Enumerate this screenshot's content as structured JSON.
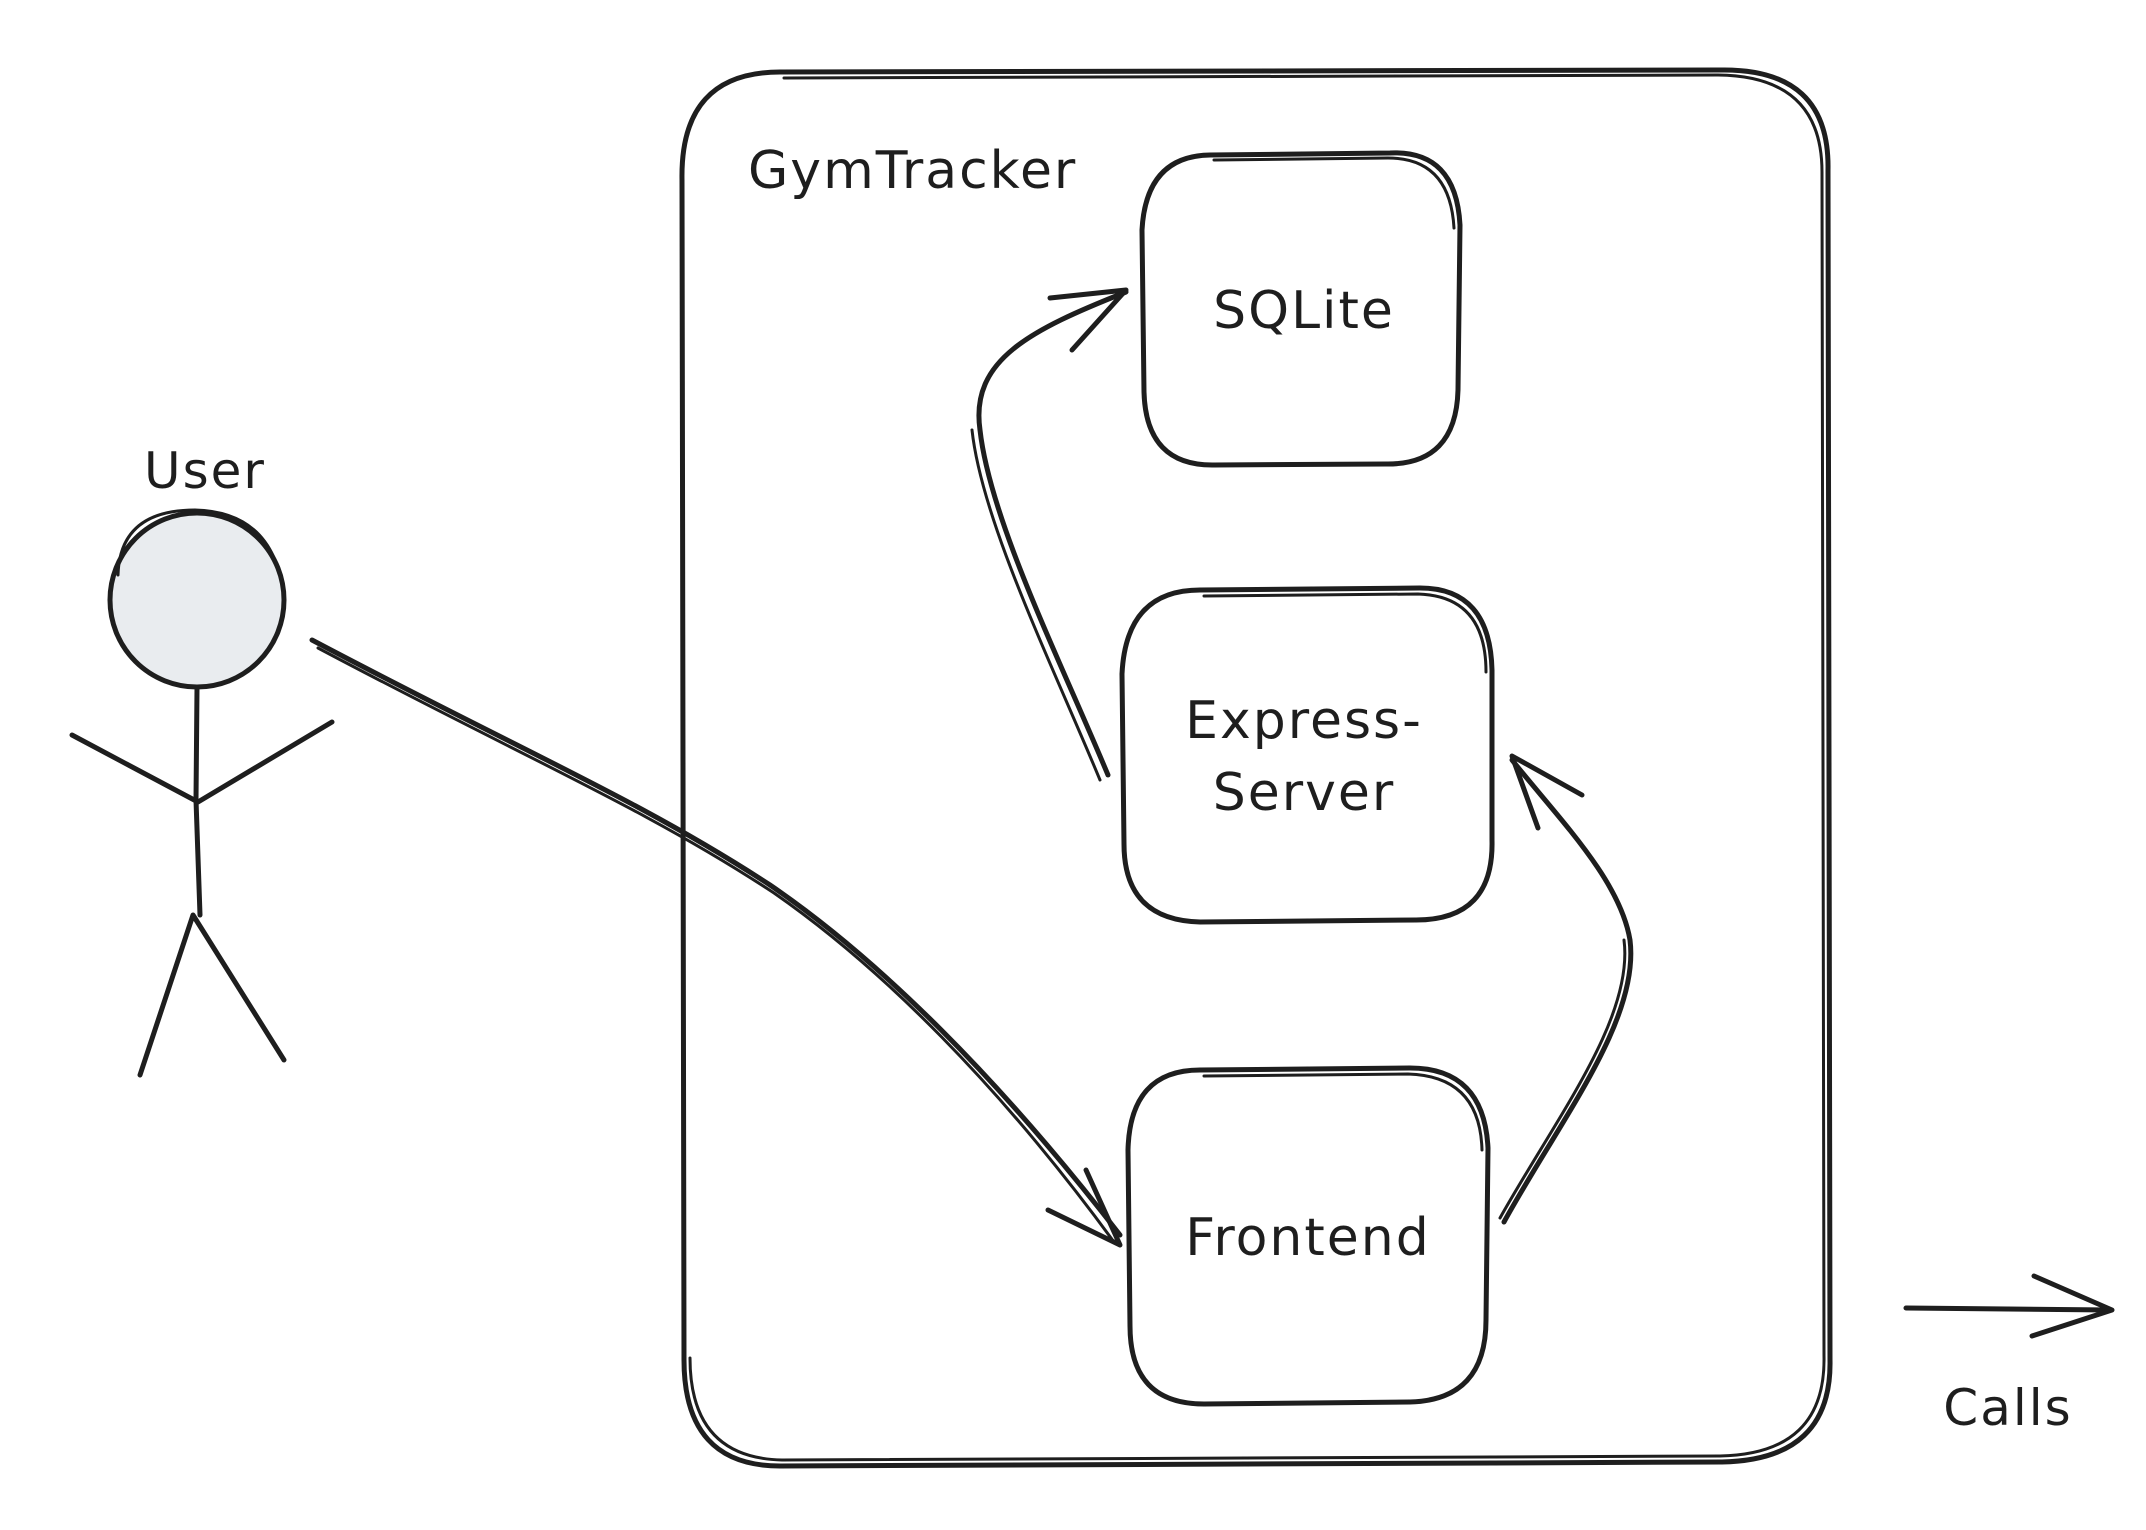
{
  "diagram": {
    "boundary_label": "GymTracker",
    "actor_label": "User",
    "nodes": {
      "sqlite": "SQLite",
      "express_line1": "Express-",
      "express_line2": "Server",
      "frontend": "Frontend"
    },
    "legend_label": "Calls"
  },
  "colors": {
    "stroke": "#1e1e1e",
    "actor_head_fill": "#e9ecef",
    "background": "#ffffff"
  }
}
